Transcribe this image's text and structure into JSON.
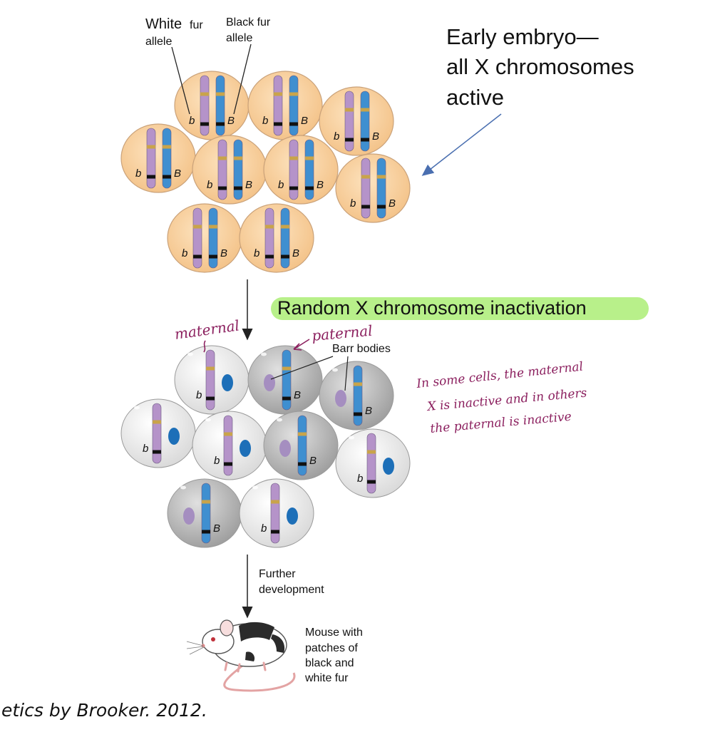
{
  "labels": {
    "white_allele_1": "White",
    "white_allele_2": "fur",
    "white_allele_3": "allele",
    "black_allele_1": "Black fur",
    "black_allele_2": "allele",
    "early_embryo_1": "Early embryo—",
    "early_embryo_2": "all X chromosomes",
    "early_embryo_3": "active",
    "inactivation": "Random X chromosome inactivation",
    "maternal": "maternal",
    "paternal": "paternal",
    "barr_bodies": "Barr bodies",
    "note_1": "In some cells, the maternal",
    "note_2": "X is inactive and in others",
    "note_3": "the paternal is inactive",
    "further_1": "Further",
    "further_2": "development",
    "mouse_1": "Mouse with",
    "mouse_2": "patches of",
    "mouse_3": "black and",
    "mouse_4": "white fur",
    "citation": "etics by Brooker. 2012."
  },
  "alleles": {
    "white": "b",
    "black": "B"
  },
  "colors": {
    "embryo_cell": "#f6c994",
    "embryo_cell_edge": "#caa27a",
    "active_cell_light": "#eeeeee",
    "inactive_cell_dark": "#a9a9a9",
    "maternal_chromosome": "#b593c9",
    "paternal_chromosome": "#3f8fd0",
    "nucleus_blue": "#1d6fb8",
    "barr_body": "#a58ec0",
    "highlight": "#b8f08a",
    "handwriting": "#8b1f5e"
  },
  "embryo_cells": [
    "cell",
    "cell",
    "cell",
    "cell",
    "cell",
    "cell",
    "cell",
    "cell",
    "cell",
    "cell"
  ],
  "inactivated_cells": [
    {
      "active_x": "maternal",
      "allele": "b"
    },
    {
      "active_x": "paternal",
      "allele": "B"
    },
    {
      "active_x": "paternal",
      "allele": "B"
    },
    {
      "active_x": "maternal",
      "allele": "b"
    },
    {
      "active_x": "maternal",
      "allele": "b"
    },
    {
      "active_x": "paternal",
      "allele": "B"
    },
    {
      "active_x": "maternal",
      "allele": "b"
    },
    {
      "active_x": "paternal",
      "allele": "B"
    },
    {
      "active_x": "maternal",
      "allele": "b"
    }
  ]
}
